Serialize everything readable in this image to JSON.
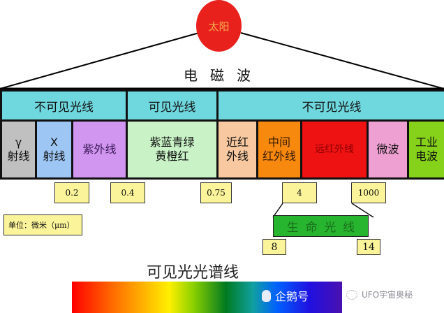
{
  "diagram": {
    "sun_label": "太阳",
    "title": "电磁波",
    "categories": [
      {
        "label": "不可见光线",
        "color": "#6fd8df"
      },
      {
        "label": "可见光线",
        "color": "#6fd8df"
      },
      {
        "label": "不可见光线",
        "color": "#6fd8df"
      }
    ],
    "bands": [
      {
        "line1": "γ",
        "line2": "射线",
        "color": "#c0c0c0"
      },
      {
        "line1": "X",
        "line2": "射线",
        "color": "#9dc6f5"
      },
      {
        "line1": "紫外线",
        "line2": "",
        "color": "#d196f0"
      },
      {
        "line1": "紫蓝青绿",
        "line2": "黄橙红",
        "color": "#c9f3c6"
      },
      {
        "line1": "近红",
        "line2": "外线",
        "color": "#f8c9a0"
      },
      {
        "line1": "中间",
        "line2": "红外线",
        "color": "#f7890e"
      },
      {
        "line1": "远红外线",
        "line2": "",
        "color": "#ee1212"
      },
      {
        "line1": "微波",
        "line2": "",
        "color": "#efa0d2"
      },
      {
        "line1": "工业",
        "line2": "电波",
        "color": "#86d21a"
      }
    ],
    "boundaries": [
      "0.2",
      "0.4",
      "0.75",
      "4",
      "1000"
    ],
    "unit_label": "单位：微米（μm）",
    "life_ray": {
      "label": [
        "生",
        "命",
        "光",
        "线"
      ],
      "min": "8",
      "max": "14",
      "color": "#27b530"
    },
    "spectrum_title": "可见光光谱线",
    "watermark": {
      "icon": "penguin-icon",
      "text": "企鹅号",
      "source": "UFO宇宙奥秘"
    }
  }
}
